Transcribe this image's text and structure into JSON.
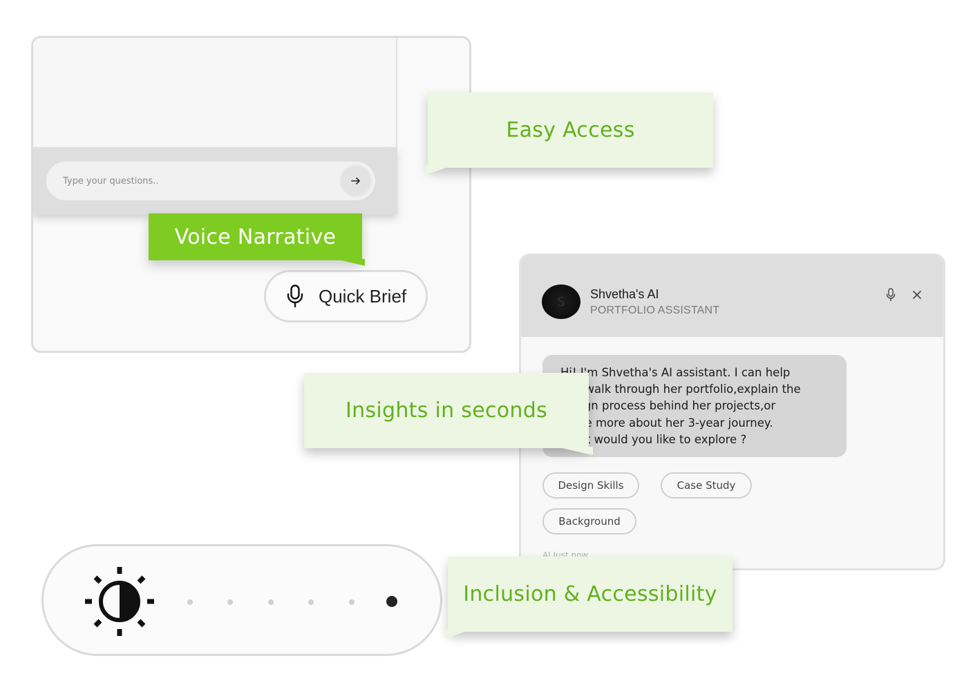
{
  "chat_card": {
    "input_placeholder": "Type your questions..",
    "quick_brief_label": "Quick Brief"
  },
  "callouts": {
    "easy_access": "Easy Access",
    "voice_narrative": "Voice Narrative",
    "insights": "Insights in seconds",
    "inclusion": "Inclusion & Accessibility"
  },
  "assistant": {
    "name": "Shvetha's AI",
    "role": "PORTFOLIO ASSISTANT",
    "avatar_initial": "S",
    "message_lines": [
      "Hi! I'm Shvetha's AI assistant. I can help",
      "you walk through her portfolio,explain the",
      "design process behind her projects,or",
      "share more about her 3-year journey.",
      "What would you like to explore ?"
    ],
    "chips": [
      "Design Skills",
      "Case Study",
      "Background"
    ],
    "timestamp": "AI Just now"
  },
  "contrast_slider": {
    "steps": 6,
    "selected_index": 5
  },
  "colors": {
    "callout_bg": "#ecf6e3",
    "callout_text": "#63b01e",
    "accent_green": "#7ecb22"
  },
  "icons": [
    "arrow-right-icon",
    "microphone-icon",
    "close-icon",
    "contrast-sun-icon"
  ]
}
